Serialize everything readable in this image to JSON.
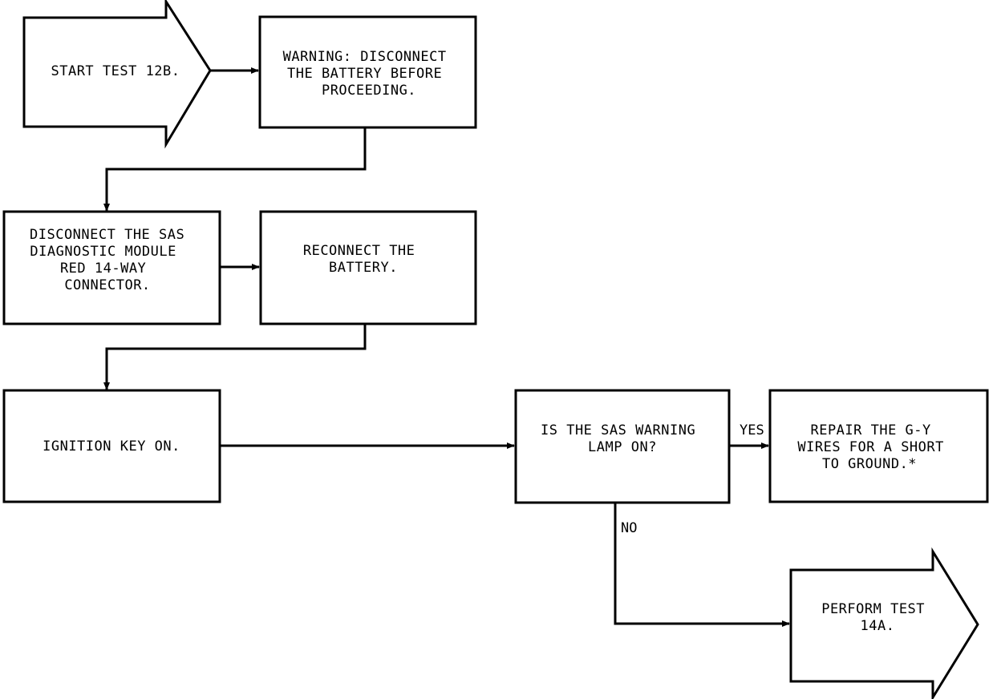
{
  "nodes": {
    "start": {
      "lines": [
        "START TEST 12B."
      ]
    },
    "warning": {
      "lines": [
        "WARNING:  DISCONNECT",
        "THE BATTERY BEFORE",
        "PROCEEDING."
      ]
    },
    "disconnect_module": {
      "lines": [
        "DISCONNECT THE SAS",
        "DIAGNOSTIC MODULE",
        "RED 14-WAY",
        "CONNECTOR."
      ]
    },
    "reconnect": {
      "lines": [
        "RECONNECT THE",
        "BATTERY."
      ]
    },
    "ignition": {
      "lines": [
        "IGNITION KEY ON."
      ]
    },
    "question": {
      "lines": [
        "IS THE SAS WARNING",
        "LAMP ON?"
      ]
    },
    "repair": {
      "lines": [
        "REPAIR THE G-Y",
        "WIRES FOR A SHORT",
        "TO GROUND.*"
      ]
    },
    "perform": {
      "lines": [
        "PERFORM TEST",
        "14A."
      ]
    }
  },
  "edge_labels": {
    "yes": "YES",
    "no": "NO"
  },
  "colors": {
    "stroke": "#000000",
    "background": "#ffffff"
  }
}
